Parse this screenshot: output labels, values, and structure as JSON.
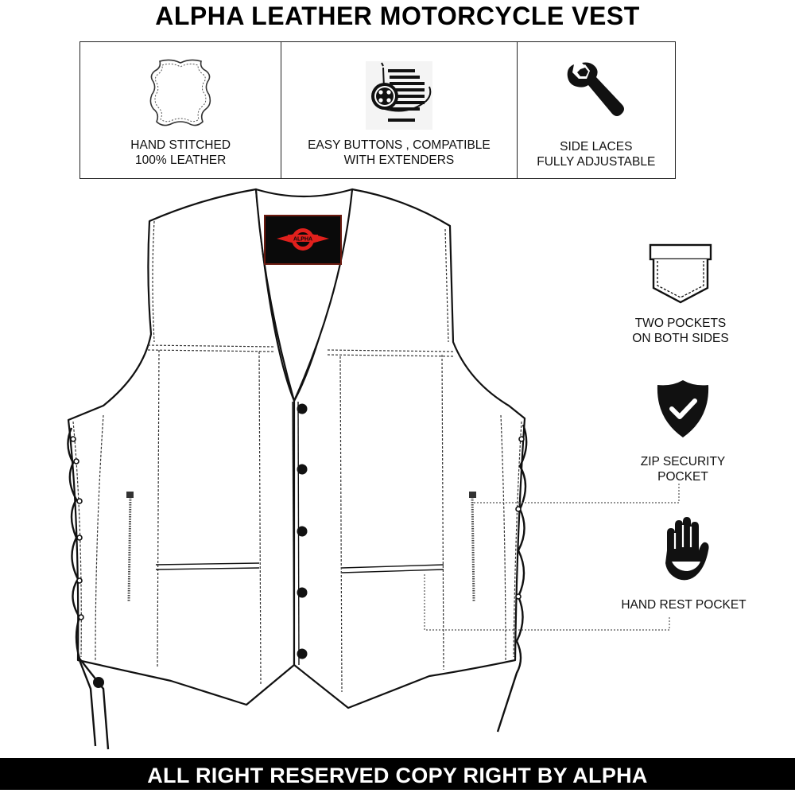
{
  "title": "ALPHA LEATHER MOTORCYCLE VEST",
  "features": [
    {
      "icon": "leather-hide-icon",
      "line1": "HAND STITCHED",
      "line2": "100% LEATHER"
    },
    {
      "icon": "button-thread-icon",
      "line1": "EASY BUTTONS , COMPATIBLE",
      "line2": "WITH EXTENDERS"
    },
    {
      "icon": "wrench-icon",
      "line1": "SIDE LACES",
      "line2": "FULLY ADJUSTABLE"
    }
  ],
  "side_features": [
    {
      "icon": "pocket-icon",
      "line1": "TWO POCKETS",
      "line2": "ON BOTH SIDES"
    },
    {
      "icon": "shield-check-icon",
      "line1": "ZIP SECURITY",
      "line2": "POCKET"
    },
    {
      "icon": "hand-icon",
      "line1": "HAND REST POCKET",
      "line2": ""
    }
  ],
  "patch_text": "ALPHA",
  "footer": "ALL RIGHT RESERVED COPY RIGHT BY ALPHA",
  "colors": {
    "patch_red": "#e0201c",
    "patch_bg": "#0a0a0a",
    "ink": "#111111"
  }
}
